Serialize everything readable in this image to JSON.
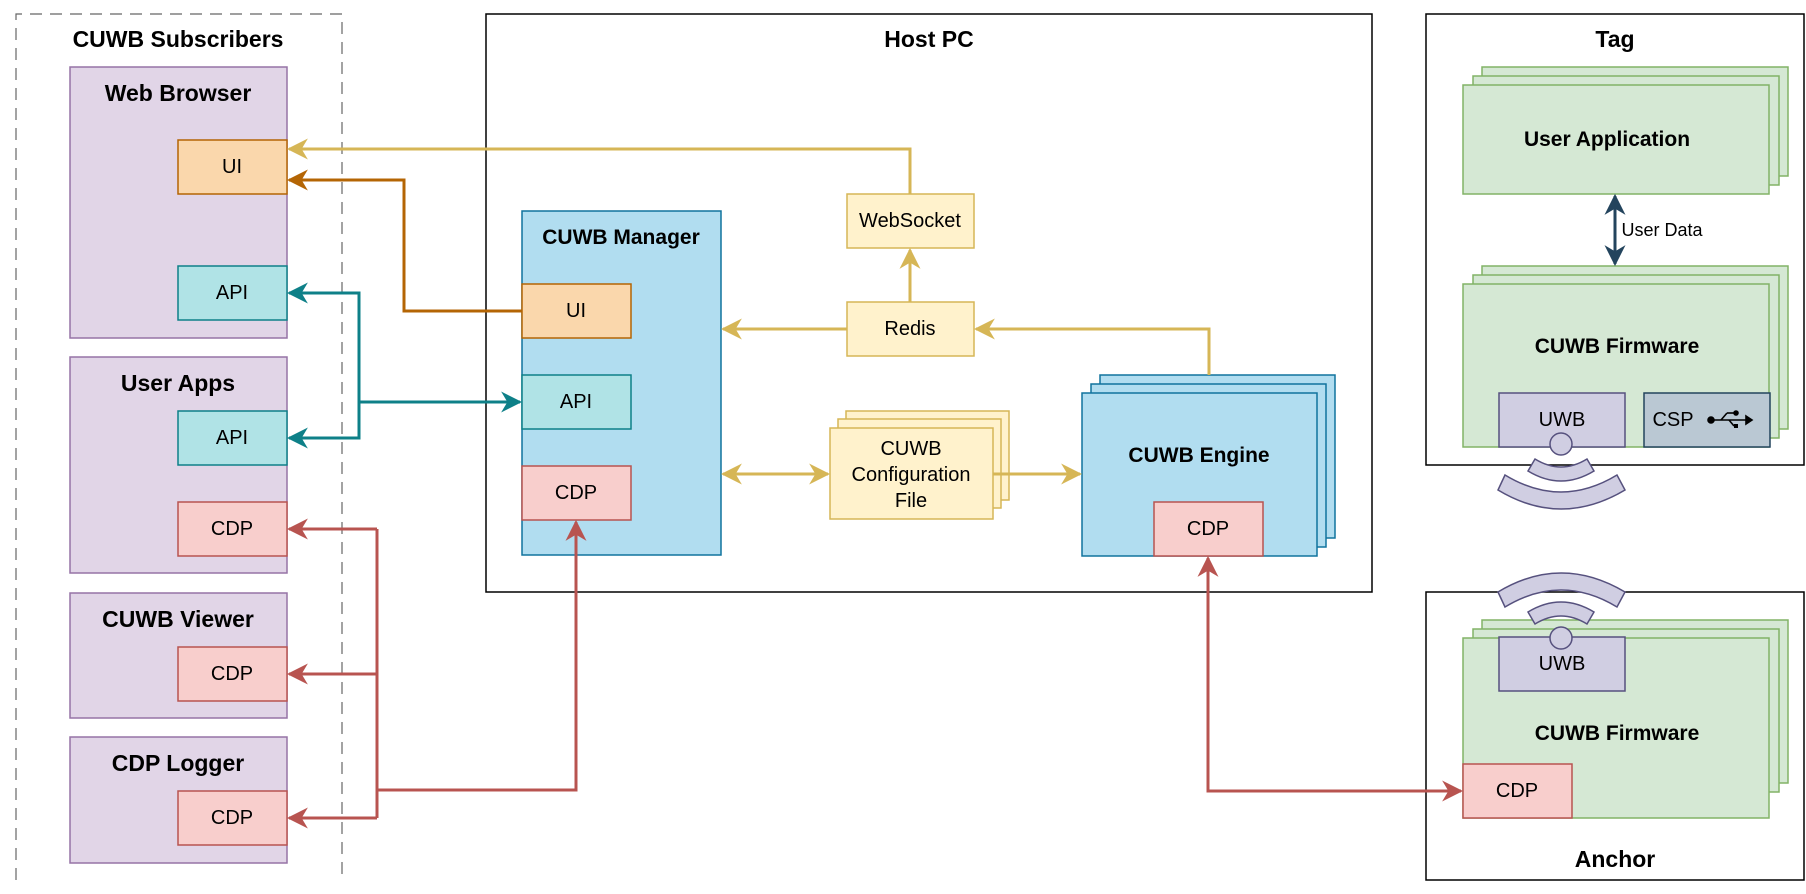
{
  "subscribers": {
    "title": "CUWB Subscribers",
    "web_browser": {
      "title": "Web Browser",
      "ui": "UI",
      "api": "API"
    },
    "user_apps": {
      "title": "User Apps",
      "api": "API",
      "cdp": "CDP"
    },
    "cuwb_viewer": {
      "title": "CUWB Viewer",
      "cdp": "CDP"
    },
    "cdp_logger": {
      "title": "CDP Logger",
      "cdp": "CDP"
    }
  },
  "host_pc": {
    "title": "Host PC",
    "manager": {
      "title": "CUWB Manager",
      "ui": "UI",
      "api": "API",
      "cdp": "CDP"
    },
    "websocket": "WebSocket",
    "redis": "Redis",
    "config_file": {
      "line1": "CUWB",
      "line2": "Configuration",
      "line3": "File"
    },
    "engine": {
      "title": "CUWB Engine",
      "cdp": "CDP"
    }
  },
  "tag": {
    "title": "Tag",
    "user_application": "User Application",
    "user_data_label": "User Data",
    "firmware": {
      "title": "CUWB Firmware",
      "uwb": "UWB",
      "csp": "CSP"
    }
  },
  "anchor": {
    "title": "Anchor",
    "firmware": {
      "title": "CUWB Firmware",
      "uwb": "UWB",
      "cdp": "CDP"
    }
  },
  "icons": [
    "usb-icon",
    "wireless-signal-icon"
  ],
  "colors": {
    "purple_fill": "#e1d5e7",
    "purple_stroke": "#9673a6",
    "blue_fill": "#b1ddf0",
    "blue_stroke": "#10739e",
    "green_fill": "#d5e8d4",
    "green_stroke": "#82b366",
    "yellow_fill": "#fff2cc",
    "yellow_stroke": "#d6b656",
    "orange_fill": "#fad7ac",
    "orange_stroke": "#b46504",
    "teal_fill": "#b0e3e6",
    "teal_stroke": "#0e8088",
    "red_fill": "#f8cecc",
    "red_stroke": "#b85450",
    "uwb_fill": "#d0cee2",
    "uwb_stroke": "#56517e",
    "csp_fill": "#bac8d3",
    "csp_stroke": "#23445d",
    "gold_arrow": "#d6b656",
    "brown_arrow": "#b46504",
    "teal_arrow": "#0e8088",
    "red_arrow": "#b85450",
    "navy_arrow": "#23445d"
  }
}
